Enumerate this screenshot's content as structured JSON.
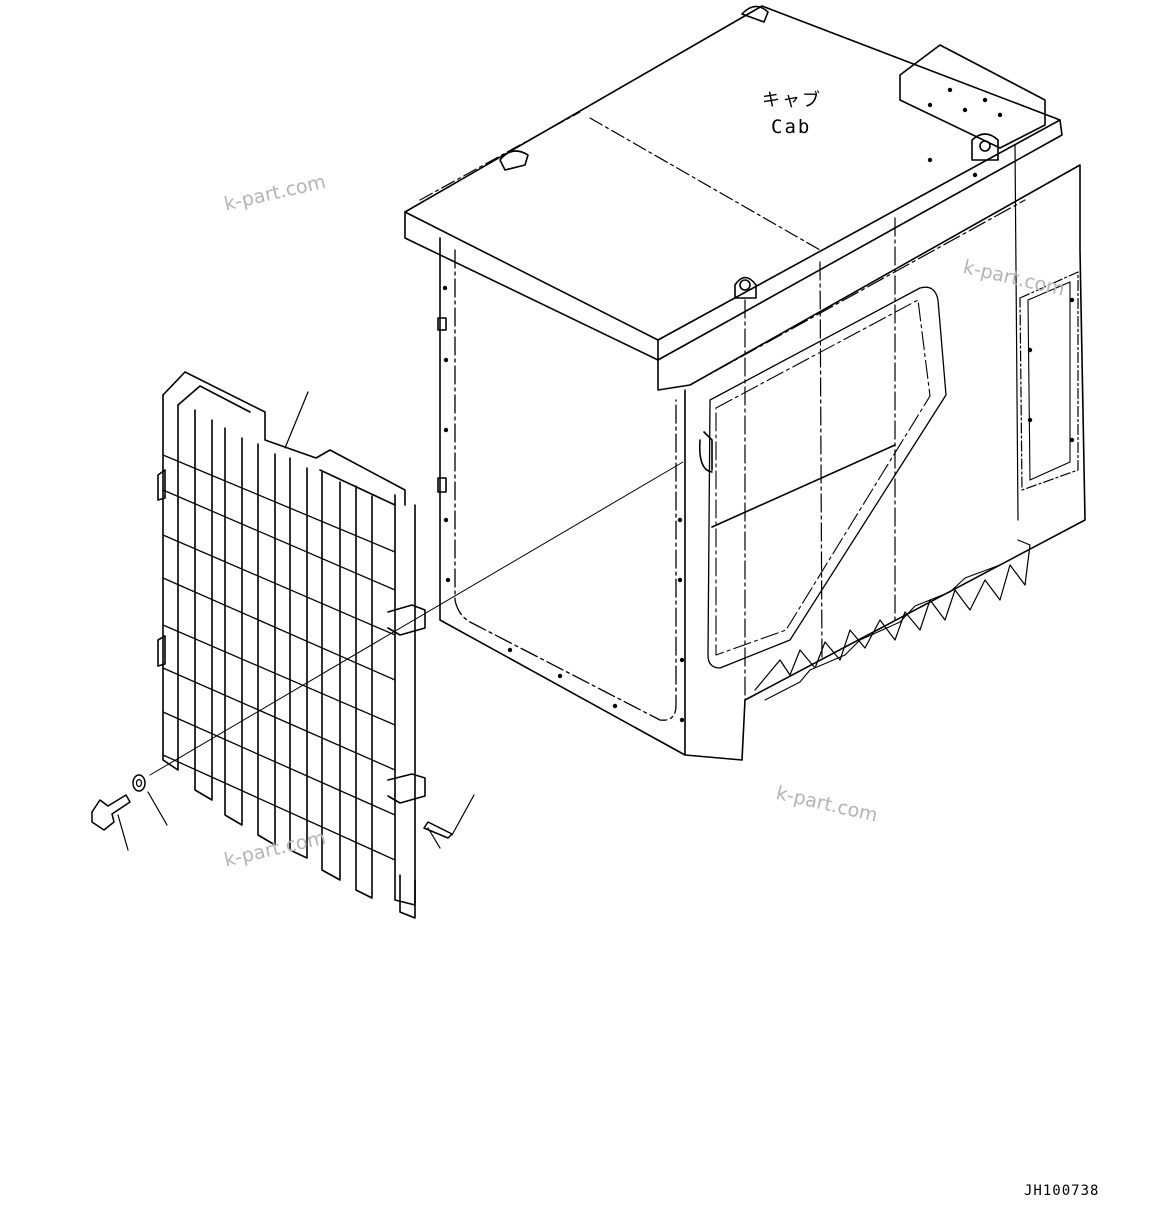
{
  "labels": {
    "cab_jp": "キャブ",
    "cab_en": "Cab",
    "drawing_no": "JH100738"
  },
  "watermark": "k-part.com",
  "colors": {
    "line": "#000000",
    "watermark": "#b4b4b4",
    "background": "#ffffff"
  }
}
